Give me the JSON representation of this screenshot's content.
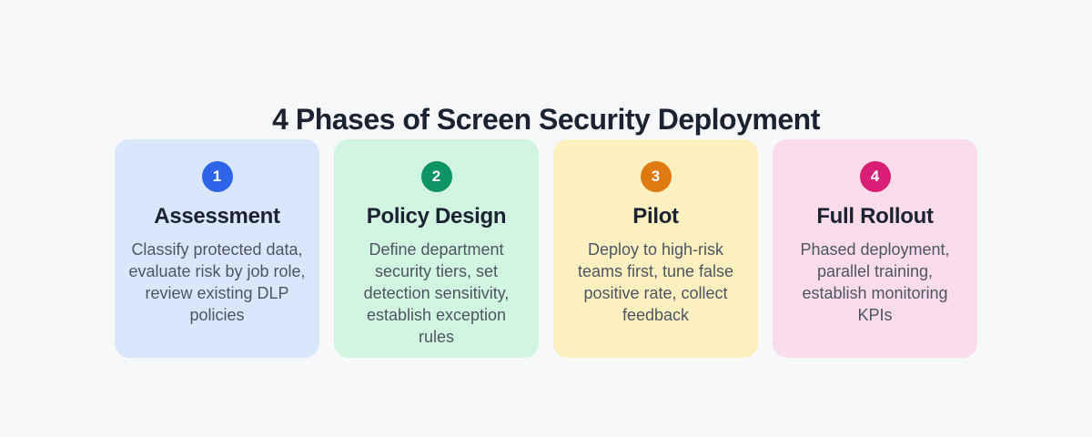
{
  "page": {
    "title": "4 Phases of Screen Security Deployment",
    "background_color": "#f6f8fa",
    "title_color": "#1b2232"
  },
  "colors": {
    "heading_text": "#1b2232",
    "body_text": "#4d5562",
    "badge_text": "#ffffff"
  },
  "phases": [
    {
      "number": "1",
      "title": "Assessment",
      "description": "Classify protected data, evaluate risk by job role, review existing DLP policies",
      "card_color": "#dae7fb",
      "badge_color": "#2e65e8"
    },
    {
      "number": "2",
      "title": "Policy Design",
      "description": "Define department security tiers, set detection sensitivity, establish exception rules",
      "card_color": "#d1f5e1",
      "badge_color": "#0d9465"
    },
    {
      "number": "3",
      "title": "Pilot",
      "description": "Deploy to high-risk teams first, tune false positive rate, collect feedback",
      "card_color": "#fcf0c1",
      "badge_color": "#dd7b10"
    },
    {
      "number": "4",
      "title": "Full Rollout",
      "description": "Phased deployment, parallel training, establish monitoring KPIs",
      "card_color": "#fbdcea",
      "badge_color": "#d91f75"
    }
  ]
}
